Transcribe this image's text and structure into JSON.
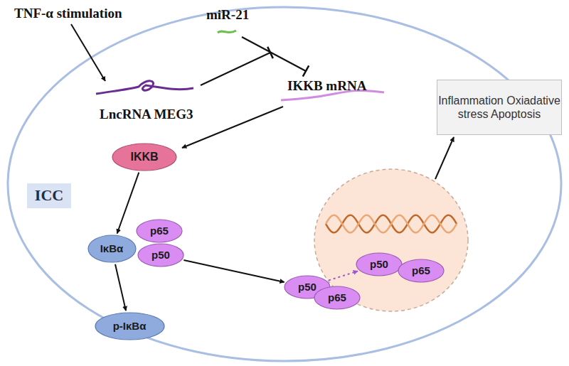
{
  "diagram": {
    "nodes": [
      {
        "text": [
          "Inflammation Oxiadative stress Apoptosis"
        ]
      },
      {
        "text": [
          "IKKB"
        ]
      },
      {
        "text": [
          "ICC"
        ]
      },
      {
        "text": [
          "IκBα"
        ]
      },
      {
        "text": [
          "p65"
        ]
      },
      {
        "text": [
          "p50"
        ]
      },
      {
        "text": [
          "p-IκBα"
        ]
      },
      {
        "text": [
          "p50"
        ]
      },
      {
        "text": [
          "p65"
        ]
      },
      {
        "text": [
          "p50"
        ]
      },
      {
        "text": [
          "p65"
        ]
      }
    ],
    "edges": [
      {
        "from": 1,
        "to": 3,
        "arrow": "to"
      },
      {
        "from": 3,
        "to": 6,
        "arrow": "to"
      },
      {
        "from": 5,
        "to": 7,
        "arrow": "to"
      },
      {
        "from": 7,
        "to": 9,
        "arrow": "to"
      }
    ],
    "labels": [
      "TNF-α stimulation",
      "miR-21",
      "LncRNA MEG3",
      "IKKB mRNA"
    ]
  }
}
